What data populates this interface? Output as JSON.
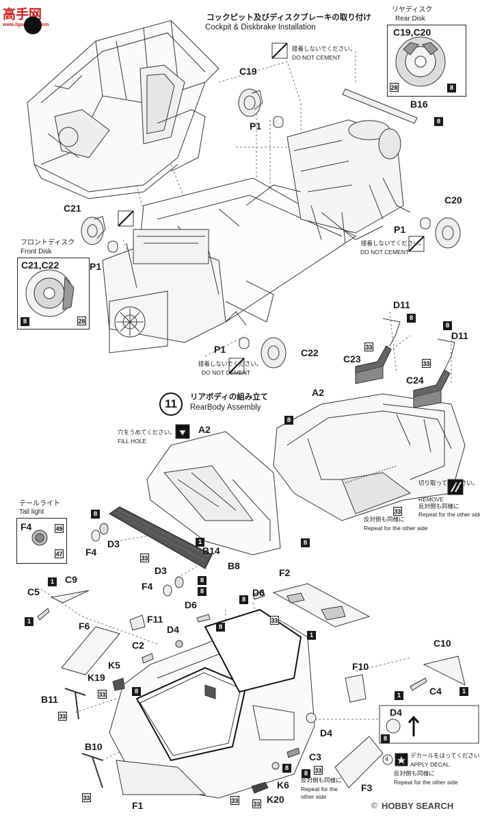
{
  "watermark": {
    "text": "高手网",
    "sub": "www.0gaoshou.com"
  },
  "step10": {
    "title_jp": "コックピット及びディスクブレーキの取り付け",
    "title_en": "Cockpit & Diskbrake Installation"
  },
  "rear_disk": {
    "title_jp": "リヤディスク",
    "title_en": "Rear Disk",
    "parts": "C19,C20",
    "color_a": "28",
    "color_b": "8"
  },
  "front_disk": {
    "title_jp": "フロントディスク",
    "title_en": "Front Disk",
    "parts": "C21,C22",
    "color_a": "8",
    "color_b": "28"
  },
  "do_not_cement": {
    "jp": "接着しないでください。",
    "en": "DO NOT CEMENT"
  },
  "step11": {
    "number": "11",
    "title_jp": "リアボディの組み立て",
    "title_en": "RearBody Assembly"
  },
  "fill_hole": {
    "jp": "穴をうめてください。",
    "en": "FILL HOLE"
  },
  "remove": {
    "jp": "切り取って ください。",
    "en": "REMOVE"
  },
  "repeat": {
    "jp": "反対側も同様に",
    "en": "Repeat for the other side",
    "en_short1": "Repeat for the",
    "en_short2": "other side"
  },
  "tail_light": {
    "title_jp": "テールライト",
    "title_en": "Tail light",
    "part": "F4",
    "color_a": "49",
    "color_b": "47"
  },
  "apply_decal": {
    "num": "4",
    "jp": "デカールをはってください。",
    "en": "APPLY DECAL"
  },
  "d4_box": {
    "part": "D4",
    "color": "8"
  },
  "labels": {
    "C19": "C19",
    "C20": "C20",
    "C21": "C21",
    "C22": "C22",
    "P1": "P1",
    "B16": "B16",
    "D11": "D11",
    "C23": "C23",
    "C24": "C24",
    "A2": "A2",
    "B14": "B14",
    "B8": "B8",
    "D3": "D3",
    "F4": "F4",
    "F2": "F2",
    "D6": "D6",
    "C9": "C9",
    "C5": "C5",
    "F6": "F6",
    "F11": "F11",
    "D4": "D4",
    "C2": "C2",
    "K5": "K5",
    "K19": "K19",
    "B11": "B11",
    "B10": "B10",
    "F1": "F1",
    "K6": "K6",
    "K20": "K20",
    "C3": "C3",
    "F3": "F3",
    "F10": "F10",
    "C10": "C10",
    "C4": "C4"
  },
  "colors": {
    "c1": "1",
    "c8": "8",
    "c33": "33",
    "c28": "28"
  },
  "footer": {
    "copyright": "©",
    "brand": "HOBBY SEARCH"
  }
}
